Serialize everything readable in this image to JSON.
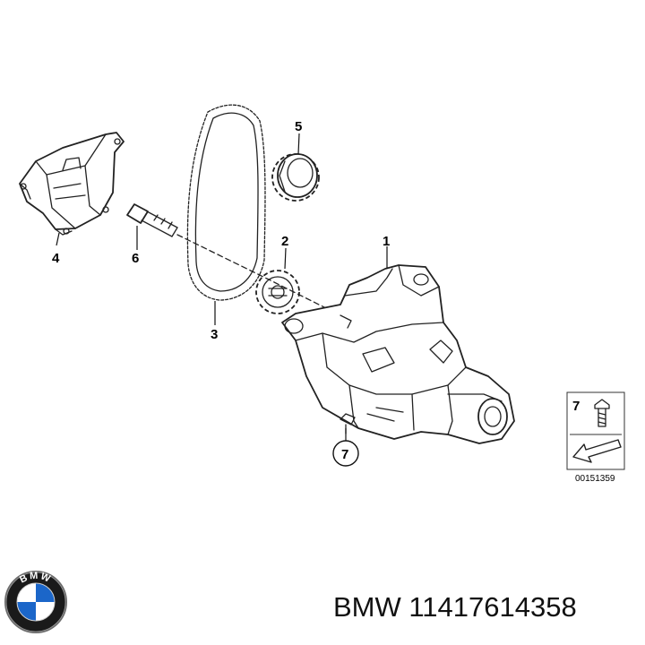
{
  "callouts": {
    "c1": "1",
    "c2": "2",
    "c3": "3",
    "c4": "4",
    "c5": "5",
    "c6": "6",
    "c7": "7",
    "legend": "7"
  },
  "reference_code": "00151359",
  "logo": {
    "icon": "bmw-roundel-icon",
    "lettering": "BMW",
    "colors": {
      "ring": "#1a1a1a",
      "blue": "#1b66c9",
      "white": "#ffffff"
    }
  },
  "caption": "BMW 11417614358"
}
